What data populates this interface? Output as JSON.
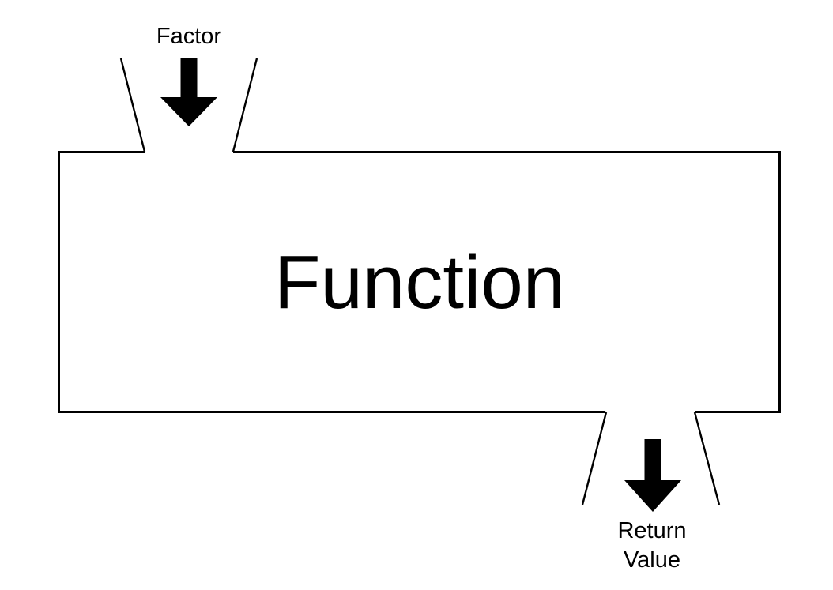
{
  "diagram": {
    "type": "flow-diagram",
    "background_color": "#ffffff",
    "stroke_color": "#000000",
    "fill_color": "#000000",
    "process": {
      "label": "Function",
      "shape": "rectangle",
      "border_color": "#000000"
    },
    "input": {
      "label": "Factor",
      "arrow_direction": "down",
      "arrow_color": "#000000",
      "funnel": "open-top"
    },
    "output": {
      "label_line1": "Return",
      "label_line2": "Value",
      "arrow_direction": "down",
      "arrow_color": "#000000",
      "funnel": "open-bottom"
    }
  }
}
